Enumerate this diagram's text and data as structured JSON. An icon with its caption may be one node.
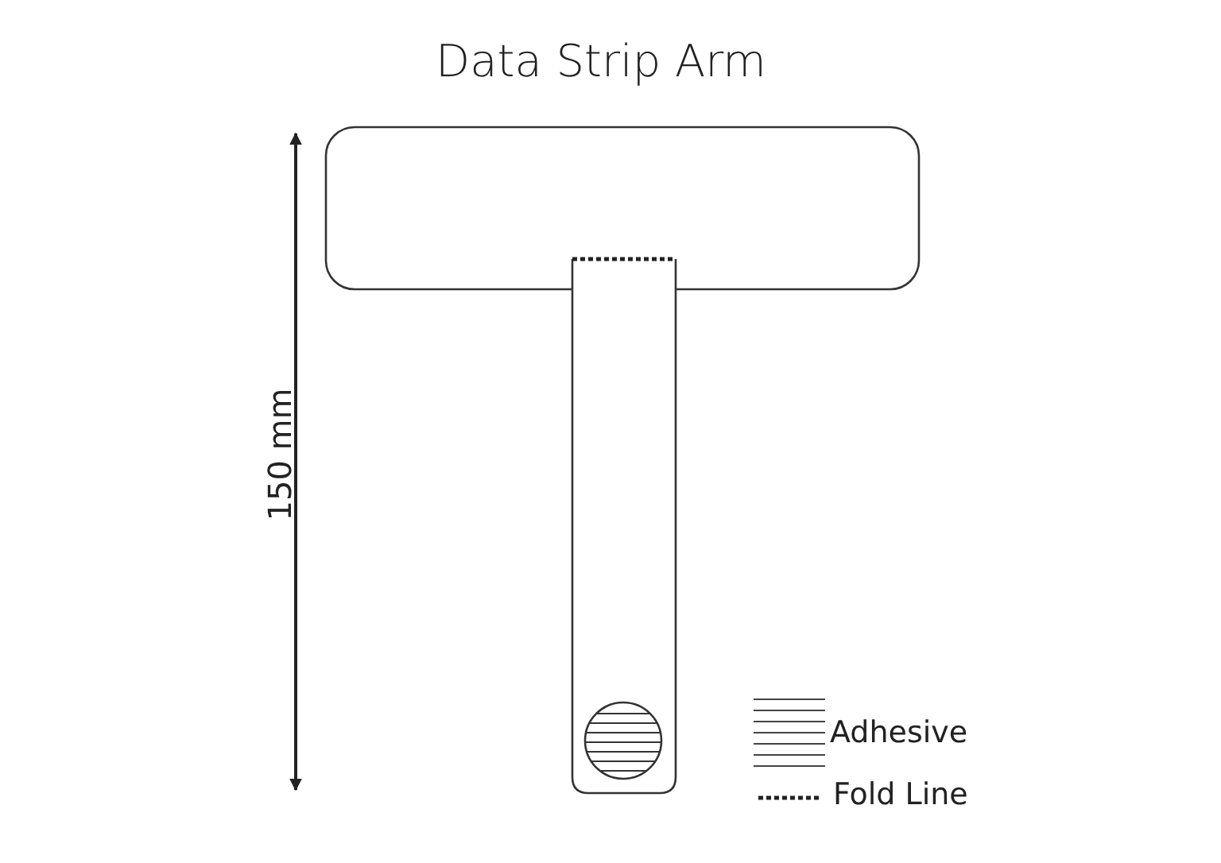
{
  "diagram": {
    "title": "Data Strip Arm",
    "labels": [
      "150 mm"
    ],
    "legend": [
      {
        "text": "Adhesive"
      },
      {
        "text": "Fold Line"
      }
    ]
  }
}
